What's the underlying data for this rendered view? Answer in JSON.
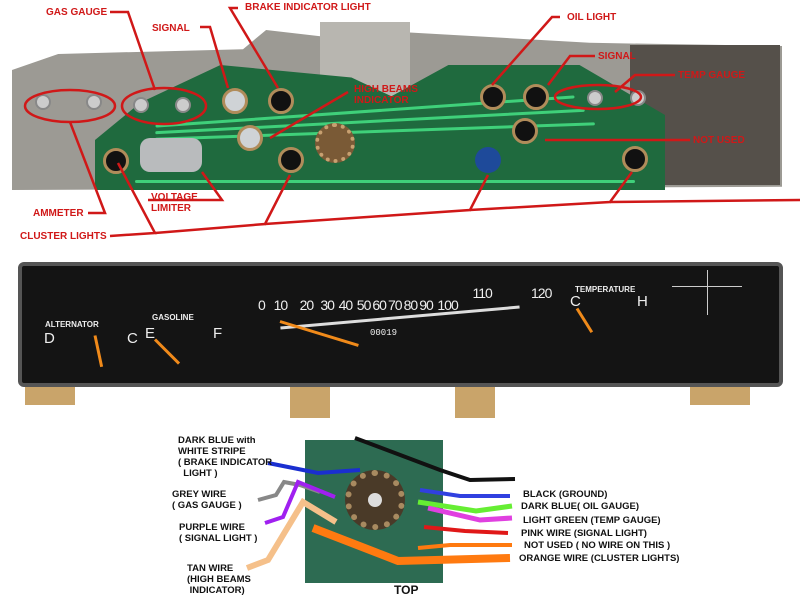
{
  "top_labels": {
    "gas_gauge": "GAS GAUGE",
    "signal_left": "SIGNAL",
    "brake_indicator": "BRAKE INDICATOR LIGHT",
    "high_beams_1": "HIGH BEAMS",
    "high_beams_2": "INDICATOR",
    "oil_light": "OIL LIGHT",
    "signal_right": "SIGNAL",
    "temp_gauge": "TEMP GAUGE",
    "not_used": "NOT USED",
    "voltage_1": "VOLTAGE",
    "voltage_2": "LIMITER",
    "ammeter": "AMMETER",
    "cluster_lights": "CLUSTER LIGHTS"
  },
  "cluster": {
    "alternator": "ALTERNATOR",
    "alt_d": "D",
    "alt_c": "C",
    "gasoline": "GASOLINE",
    "gas_e": "E",
    "gas_f": "F",
    "speed_ticks": [
      "0",
      "10",
      "20",
      "30",
      "40",
      "50",
      "60",
      "70",
      "80",
      "90",
      "100",
      "110",
      "120"
    ],
    "odometer": "00019",
    "temperature": "TEMPERATURE",
    "temp_c": "C",
    "temp_h": "H"
  },
  "wiring": {
    "left": [
      {
        "text": "DARK BLUE with\nWHITE STRIPE\n( BRAKE INDICATOR\n  LIGHT )"
      },
      {
        "text": "GREY WIRE\n( GAS GAUGE )"
      },
      {
        "text": "PURPLE WIRE\n( SIGNAL LIGHT )"
      },
      {
        "text": "TAN WIRE\n(HIGH BEAMS\n INDICATOR)"
      }
    ],
    "right": [
      "BLACK (GROUND)",
      "DARK BLUE( OIL GAUGE)",
      "LIGHT GREEN (TEMP GAUGE)",
      "PINK WIRE (SIGNAL LIGHT)",
      "NOT USED ( NO WIRE ON THIS )",
      "ORANGE WIRE (CLUSTER LIGHTS)"
    ],
    "top": "TOP",
    "wire_colors": [
      "#1a2fd0",
      "#888888",
      "#a020f0",
      "#f5c08a",
      "#111111",
      "#3040e0",
      "#66ee33",
      "#e040e0",
      "#e01818",
      "#ff7a10"
    ]
  }
}
